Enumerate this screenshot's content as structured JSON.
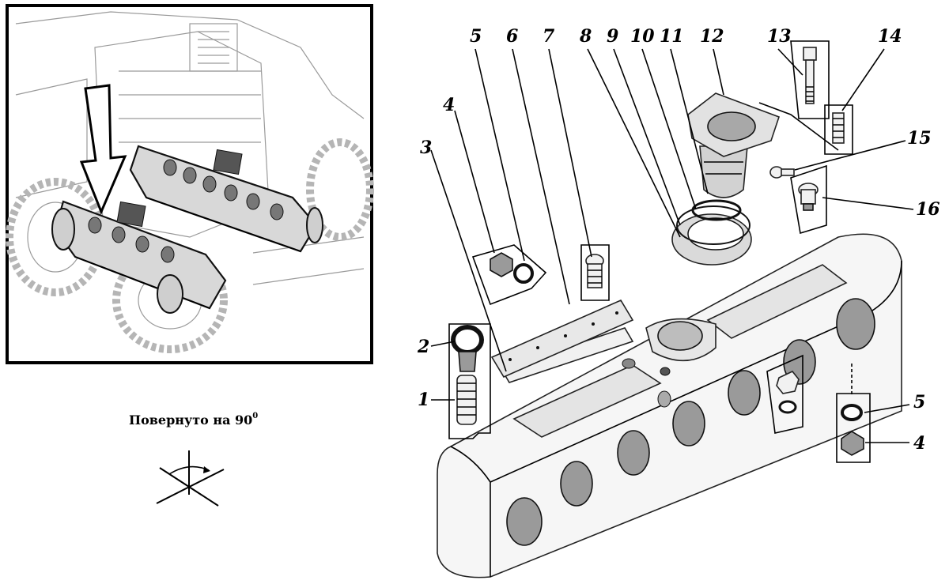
{
  "caption": {
    "text": "Повернуто на 90",
    "superscript": "0"
  },
  "callouts": [
    "1",
    "2",
    "3",
    "4",
    "5",
    "6",
    "7",
    "8",
    "9",
    "10",
    "11",
    "12",
    "13",
    "14",
    "15",
    "16",
    "5",
    "4"
  ],
  "icons": {
    "inset_arrow": "down-arrow-icon",
    "rotation_symbol": "rotation-90-icon"
  }
}
